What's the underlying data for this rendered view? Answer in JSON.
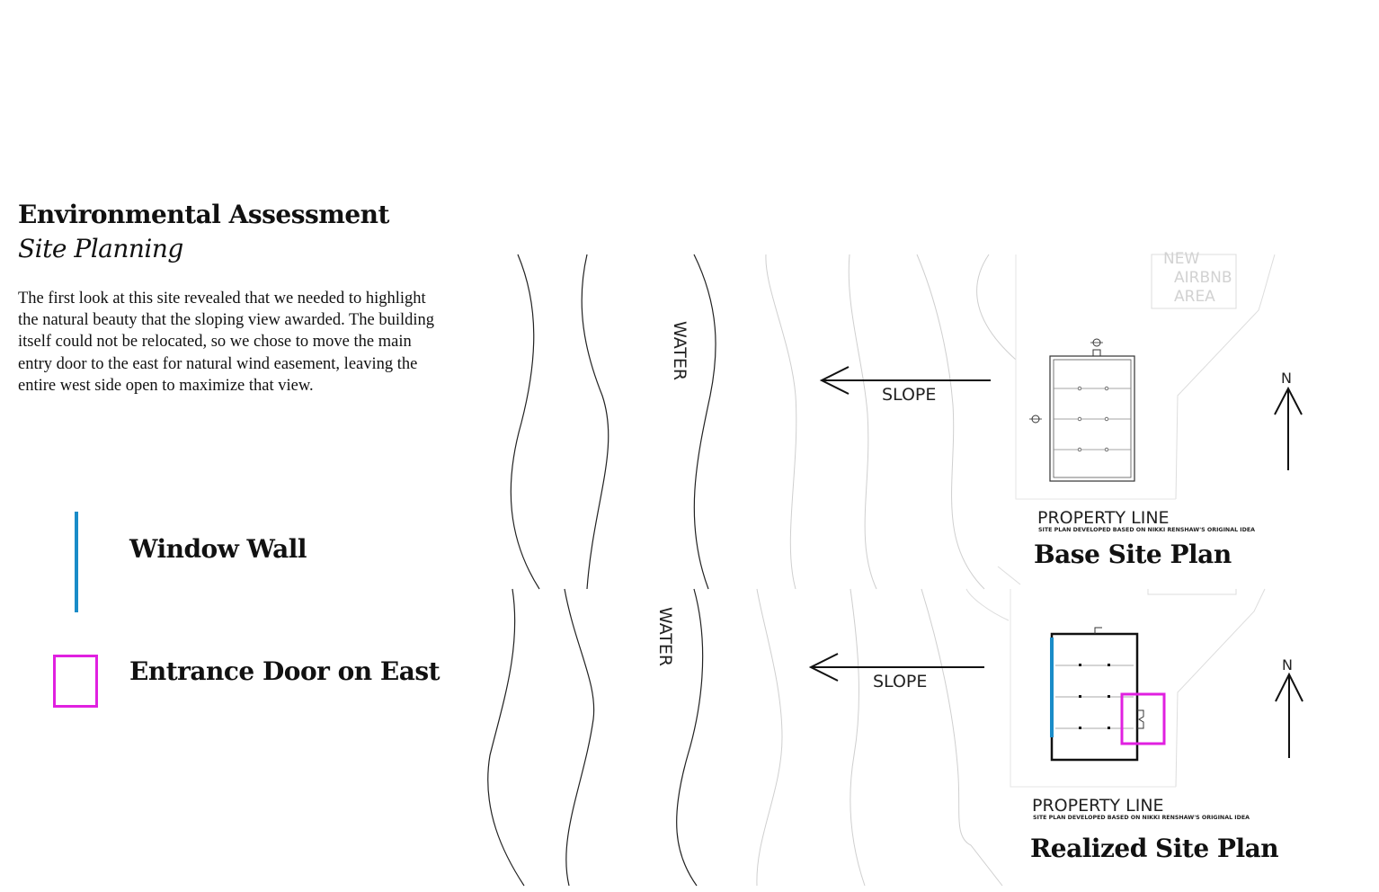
{
  "header": {
    "title": "Environmental Assessment",
    "subtitle": "Site Planning"
  },
  "description": "The first look at this site revealed that we needed to highlight the natural beauty that the sloping view awarded. The building itself could not be relocated, so we chose to move the main entry door to the east for natural wind easement, leaving the entire west side open to maximize that view.",
  "legend": {
    "window_wall": "Window Wall",
    "entrance_door": "Entrance Door on East"
  },
  "colors": {
    "window_wall": "#1a8cc8",
    "entrance_door": "#e020e0"
  },
  "plans": {
    "base": {
      "water": "WATER",
      "slope": "SLOPE",
      "north": "N",
      "new_area": [
        "NEW",
        "AIRBNB",
        "AREA"
      ],
      "property_line": "PROPERTY LINE",
      "credit": "SITE PLAN DEVELOPED BASED ON NIKKI RENSHAW'S ORIGINAL IDEA",
      "label": "Base Site Plan"
    },
    "realized": {
      "water": "WATER",
      "slope": "SLOPE",
      "north": "N",
      "property_line": "PROPERTY LINE",
      "credit": "SITE PLAN DEVELOPED BASED ON NIKKI RENSHAW'S ORIGINAL IDEA",
      "label": "Realized Site Plan"
    }
  }
}
